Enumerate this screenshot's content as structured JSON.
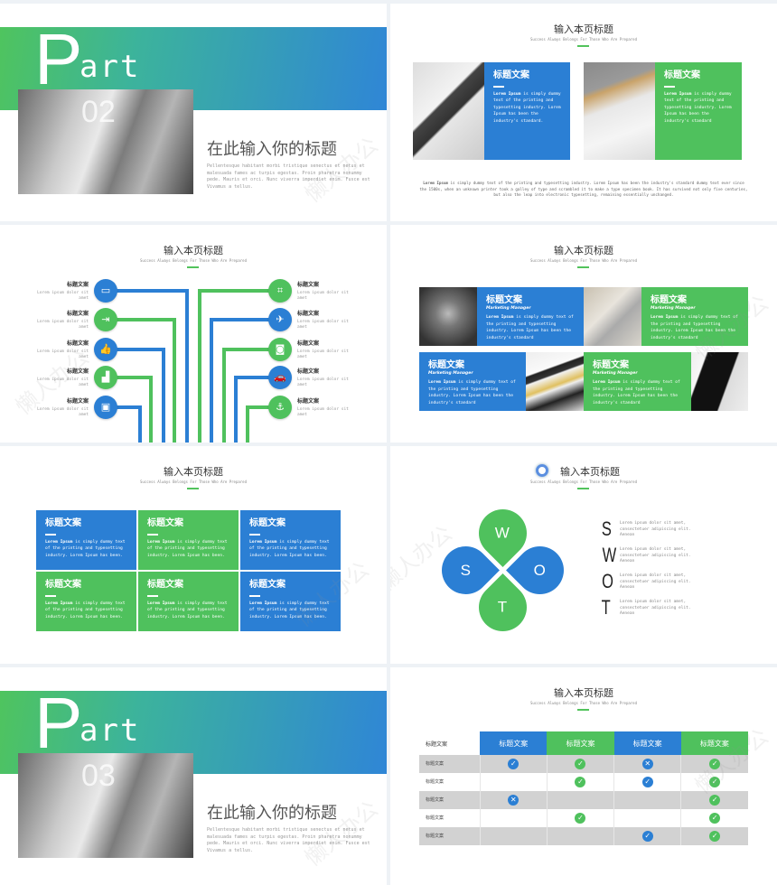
{
  "watermark": "懒人办公",
  "colors": {
    "blue": "#2b7fd4",
    "green": "#4fc15d",
    "row_gray": "#d2d2d2"
  },
  "page_title": "输入本页标题",
  "page_subtitle": "Success Always Belongs For Those Who Are Prepared",
  "part_slides": [
    {
      "big_letter": "P",
      "word": "art",
      "number": "02",
      "title": "在此输入你的标题",
      "body": "Pellentesque habitant morbi tristique senectus et netus et malesuada fames ac turpis egestas. Proin pharetra nonummy pede. Mauris et orci. Nunc viverra imperdiet enim. Fusce est Vivamus a tellus."
    },
    {
      "big_letter": "P",
      "word": "art",
      "number": "03",
      "title": "在此输入你的标题",
      "body": "Pellentesque habitant morbi tristique senectus et netus et malesuada fames ac turpis egestas. Proin pharetra nonummy pede. Mauris et orci. Nunc viverra imperdiet enim. Fusce est Vivamus a tellus."
    }
  ],
  "slide2": {
    "cards": [
      {
        "title": "标题文案",
        "bold": "Lorem Ipsum",
        "text": " is simply dummy text of the printing and typesetting industry. Lorem Ipsum has been the industry's standard.",
        "color": "blue"
      },
      {
        "title": "标题文案",
        "bold": "Lorem Ipsum",
        "text": " is simply dummy text of the printing and typesetting industry. Lorem Ipsum has been the industry's standard",
        "color": "green"
      }
    ],
    "footer_bold": "Lorem Ipsum",
    "footer": " is simply dummy text of the printing and typesetting industry. Lorem Ipsum has been the industry's standard dummy text ever since the 1500s, when an unknown printer took a galley of type and scrambled it to make a type specimen book. It has survived not only five centuries, but also the leap into electronic typesetting, remaining essentially unchanged."
  },
  "slide3": {
    "left": [
      {
        "title": "标题文案",
        "text": "Lorem ipsum dolor sit amet",
        "icon": "laptop-icon",
        "color": "blue"
      },
      {
        "title": "标题文案",
        "text": "Lorem ipsum dolor sit amet",
        "icon": "sign-in-icon",
        "color": "green"
      },
      {
        "title": "标题文案",
        "text": "Lorem ipsum dolor sit amet",
        "icon": "thumbs-up-icon",
        "color": "blue"
      },
      {
        "title": "标题文案",
        "text": "Lorem ipsum dolor sit amet",
        "icon": "bar-chart-icon",
        "color": "green"
      },
      {
        "title": "标题文案",
        "text": "Lorem ipsum dolor sit amet",
        "icon": "presentation-icon",
        "color": "blue"
      }
    ],
    "right": [
      {
        "title": "标题文案",
        "text": "Lorem ipsum dolor sit amet",
        "icon": "crop-icon",
        "color": "green"
      },
      {
        "title": "标题文案",
        "text": "Lorem ipsum dolor sit amet",
        "icon": "airplane-icon",
        "color": "blue"
      },
      {
        "title": "标题文案",
        "text": "Lorem ipsum dolor sit amet",
        "icon": "camera-icon",
        "color": "green"
      },
      {
        "title": "标题文案",
        "text": "Lorem ipsum dolor sit amet",
        "icon": "car-icon",
        "color": "blue"
      },
      {
        "title": "标题文案",
        "text": "Lorem ipsum dolor sit amet",
        "icon": "anchor-icon",
        "color": "green"
      }
    ]
  },
  "slide4": {
    "cards": [
      {
        "title": "标题文案",
        "role": "Marketing Manager",
        "bold": "Lorem Ipsum",
        "text": " is simply dummy text of the printing and typesetting industry. Lorem Ipsum has been the industry's standard",
        "color": "blue"
      },
      {
        "title": "标题文案",
        "role": "Marketing Manager",
        "bold": "Lorem Ipsum",
        "text": " is simply dummy text of the printing and typesetting industry. Lorem Ipsum has been the industry's standard",
        "color": "green"
      },
      {
        "title": "标题文案",
        "role": "Marketing Manager",
        "bold": "Lorem Ipsum",
        "text": " is simply dummy text of the printing and typesetting industry. Lorem Ipsum has been the industry's standard",
        "color": "blue"
      },
      {
        "title": "标题文案",
        "role": "Marketing Manager",
        "bold": "Lorem Ipsum",
        "text": " is simply dummy text of the printing and typesetting industry. Lorem Ipsum has been the industry's standard",
        "color": "green"
      }
    ]
  },
  "slide5": {
    "cards": [
      {
        "title": "标题文案",
        "bold": "Lorem Ipsum",
        "text": " is simply dummy text of the printing and typesetting industry. Lorem Ipsum has been.",
        "color": "blue"
      },
      {
        "title": "标题文案",
        "bold": "Lorem Ipsum",
        "text": " is simply dummy text of the printing and typesetting industry. Lorem Ipsum has been.",
        "color": "green"
      },
      {
        "title": "标题文案",
        "bold": "Lorem Ipsum",
        "text": " is simply dummy text of the printing and typesetting industry. Lorem Ipsum has been.",
        "color": "blue"
      },
      {
        "title": "标题文案",
        "bold": "Lorem Ipsum",
        "text": " is simply dummy text of the printing and typesetting industry. Lorem Ipsum has been.",
        "color": "green"
      },
      {
        "title": "标题文案",
        "bold": "Lorem Ipsum",
        "text": " is simply dummy text of the printing and typesetting industry. Lorem Ipsum has been.",
        "color": "green"
      },
      {
        "title": "标题文案",
        "bold": "Lorem Ipsum",
        "text": " is simply dummy text of the printing and typesetting industry. Lorem Ipsum has been.",
        "color": "blue"
      }
    ]
  },
  "slide6": {
    "petals": {
      "W": "W",
      "S": "S",
      "O": "O",
      "T": "T"
    },
    "items": [
      {
        "letter": "S",
        "text": "Lorem ipsum dolor sit amet, consectetuer adipiscing elit. Aenean"
      },
      {
        "letter": "W",
        "text": "Lorem ipsum dolor sit amet, consectetuer adipiscing elit. Aenean"
      },
      {
        "letter": "O",
        "text": "Lorem ipsum dolor sit amet, consectetuer adipiscing elit. Aenean"
      },
      {
        "letter": "T",
        "text": "Lorem ipsum dolor sit amet, consectetuer adipiscing elit. Aenean"
      }
    ]
  },
  "slide8": {
    "corner": "标题文案",
    "headers": [
      {
        "label": "标题文案",
        "color": "blue"
      },
      {
        "label": "标题文案",
        "color": "green"
      },
      {
        "label": "标题文案",
        "color": "blue"
      },
      {
        "label": "标题文案",
        "color": "green"
      }
    ],
    "rows": [
      {
        "label": "标题文案",
        "cells": [
          "check",
          "check",
          "cross",
          "check"
        ]
      },
      {
        "label": "标题文案",
        "cells": [
          "",
          "check",
          "check",
          "check"
        ]
      },
      {
        "label": "标题文案",
        "cells": [
          "cross",
          "",
          "",
          "check"
        ]
      },
      {
        "label": "标题文案",
        "cells": [
          "",
          "check",
          "",
          "check"
        ]
      },
      {
        "label": "标题文案",
        "cells": [
          "",
          "",
          "check",
          "check"
        ]
      }
    ]
  }
}
